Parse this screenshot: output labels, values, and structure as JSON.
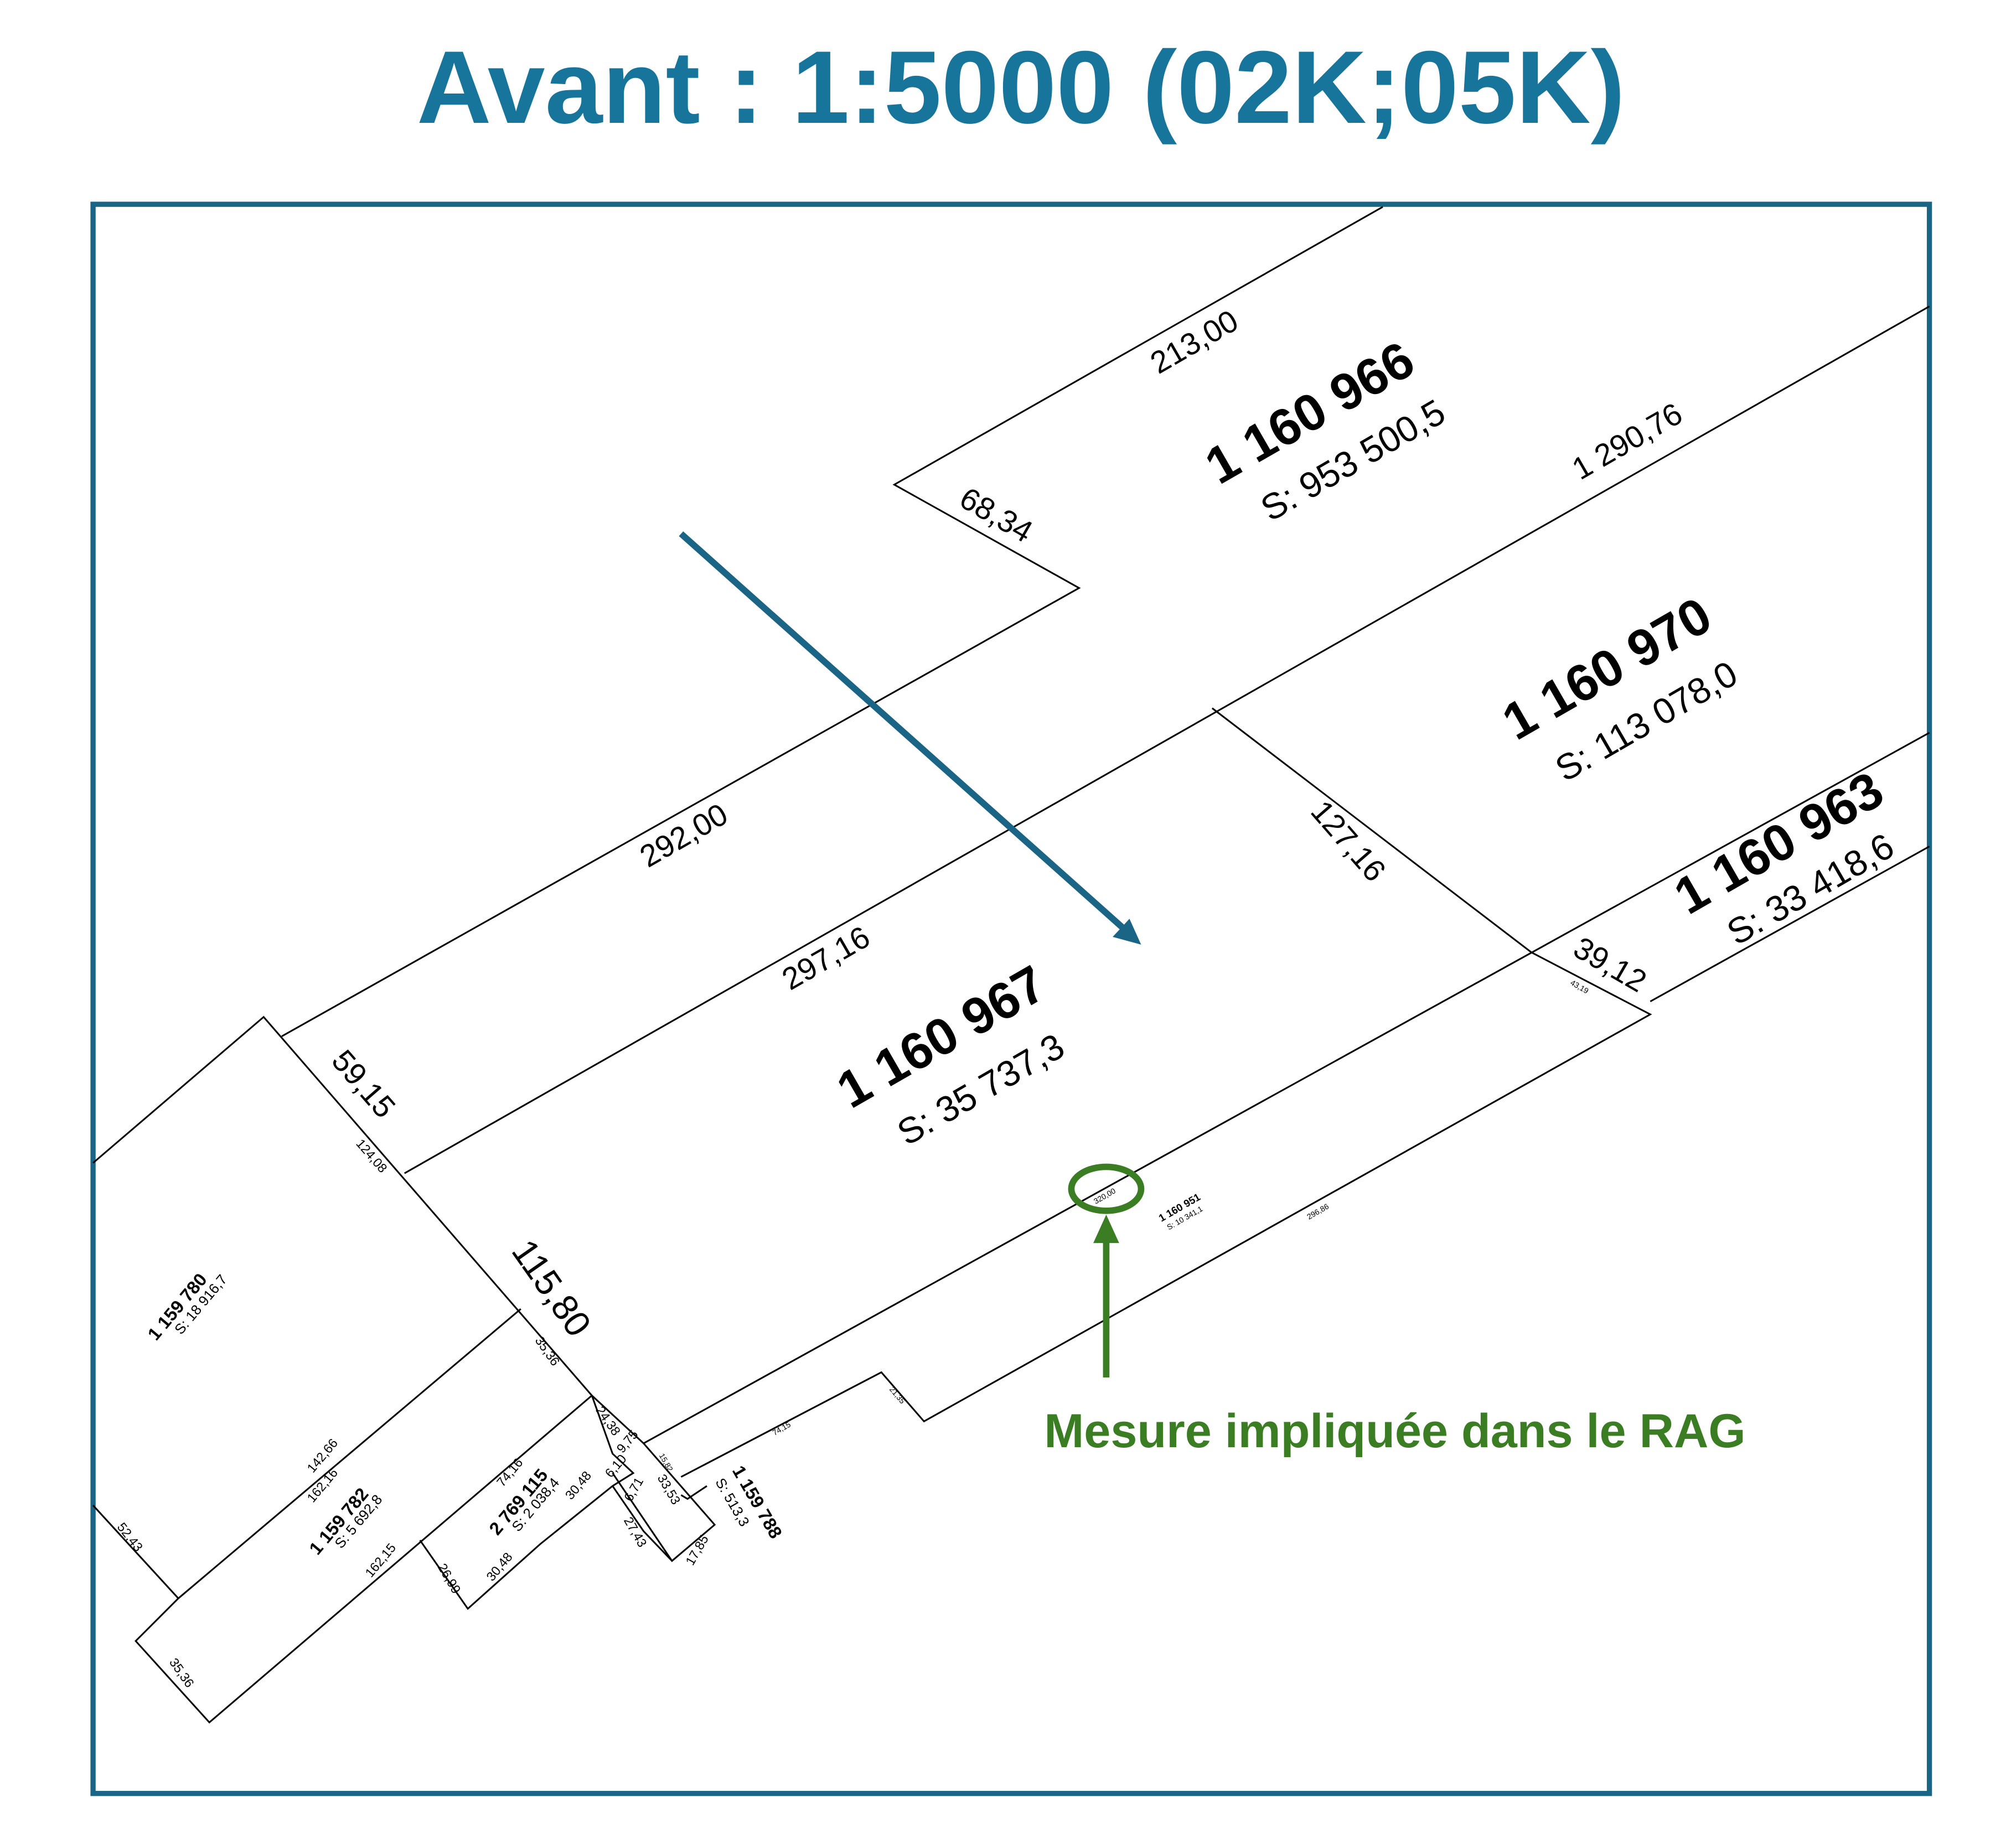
{
  "title": "Avant : 1:5000 (02K;05K)",
  "annotation": "Mesure impliquée dans le RAG",
  "colors": {
    "title": "#17759c",
    "frame": "#1a6585",
    "arrow": "#1a6585",
    "highlight": "#3b7d23"
  },
  "parcels": [
    {
      "number": "1 160 966",
      "area": "S: 953 500,5"
    },
    {
      "number": "1 160 970",
      "area": "S: 113 078,0"
    },
    {
      "number": "1 160 963",
      "area": "S: 33 418,6"
    },
    {
      "number": "1 160 967",
      "area": "S: 35 737,3"
    },
    {
      "number": "1 159 780",
      "area": "S: 18 916,7"
    },
    {
      "number": "1 159 782",
      "area": "S: 5 692,8"
    },
    {
      "number": "2 769 115",
      "area": "S: 2 038,4"
    },
    {
      "number": "1 159 788",
      "area": "S: 513,3"
    },
    {
      "number": "1 160 951",
      "area": "S: 10 341,1"
    }
  ],
  "measurements": [
    "213,00",
    "68,34",
    "1 290,76",
    "127,16",
    "39,12",
    "43,19",
    "292,00",
    "297,16",
    "59,15",
    "124,08",
    "115,80",
    "35,36",
    "24,38",
    "9,75",
    "6,10",
    "6,71",
    "15,82",
    "33,53",
    "27,43",
    "17,85",
    "74,16",
    "30,48",
    "30,48",
    "26,99",
    "142,66",
    "162,16",
    "162,15",
    "52,43",
    "35,36",
    "320,00",
    "296,86",
    "74,15",
    "21,35"
  ],
  "highlighted_measurement_index": 29
}
